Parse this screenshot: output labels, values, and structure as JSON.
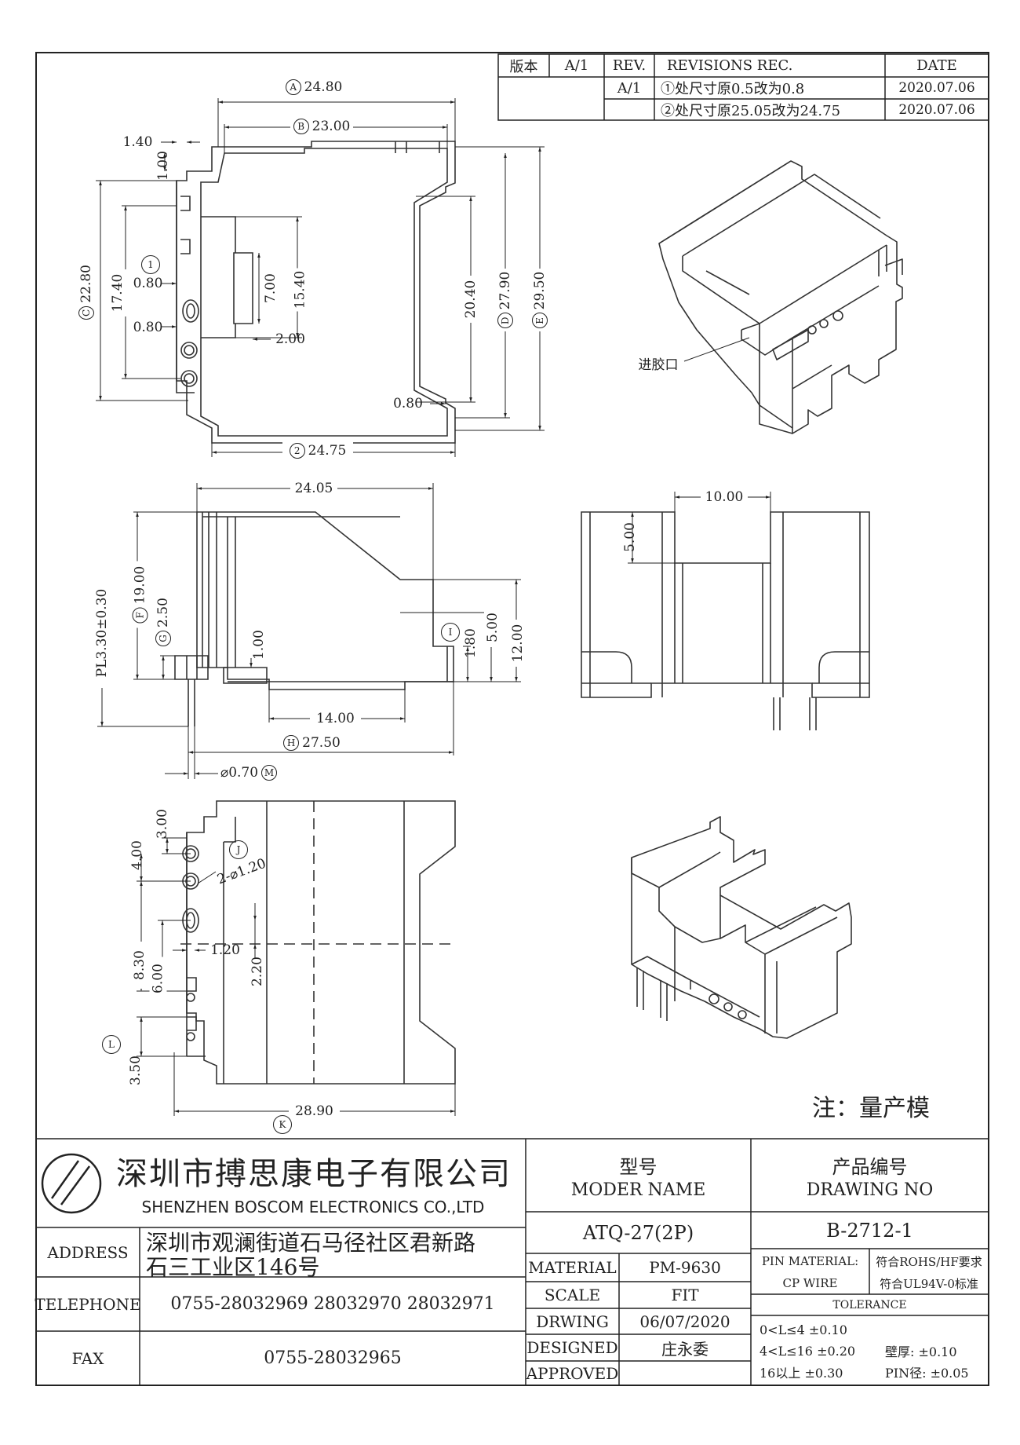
{
  "revision_table": {
    "edition_label": "版本",
    "edition_value": "A/1",
    "rev_label": "REV.",
    "revisions_label": "REVISIONS REC.",
    "date_label": "DATE",
    "rows": [
      {
        "rev": "A/1",
        "text": "①处尺寸原0.5改为0.8",
        "date": "2020.07.06"
      },
      {
        "rev": "",
        "text": "②处尺寸原25.05改为24.75",
        "date": "2020.07.06"
      }
    ]
  },
  "top_view": {
    "dim_A": "24.80",
    "dim_B": "23.00",
    "dim_2": "24.75",
    "dim_140": "1.40",
    "dim_100": "1.00",
    "dim_C": "22.80",
    "dim_1740": "17.40",
    "dim_080a": "0.80",
    "dim_080b": "0.80",
    "dim_700": "7.00",
    "dim_1540": "15.40",
    "dim_200": "2.00",
    "dim_2040": "20.40",
    "dim_D": "27.90",
    "dim_E": "29.50",
    "dim_080c": "0.80",
    "markers": [
      "A",
      "B",
      "C",
      "D",
      "E",
      "1",
      "2"
    ]
  },
  "iso_view_1": {
    "gate_label": "进胶口"
  },
  "side_view": {
    "dim_2405": "24.05",
    "dim_F": "19.00",
    "dim_G": "2.50",
    "dim_pitch": "PL3.30±0.30",
    "dim_100": "1.00",
    "dim_1400": "14.00",
    "dim_H": "27.50",
    "dim_pin": "⌀0.70",
    "dim_180": "1.80",
    "dim_500": "5.00",
    "dim_1200": "12.00",
    "markers": [
      "F",
      "G",
      "H",
      "M",
      "I"
    ]
  },
  "front_view": {
    "dim_1000": "10.00",
    "dim_500": "5.00"
  },
  "bottom_view": {
    "dim_300": "3.00",
    "dim_400": "4.00",
    "dim_holes": "2-⌀1.20",
    "dim_120": "1.20",
    "dim_830": "8.30",
    "dim_600": "6.00",
    "dim_220": "2.20",
    "dim_350": "3.50",
    "dim_K": "28.90",
    "markers": [
      "J",
      "K",
      "L"
    ]
  },
  "note": "注：量产模",
  "title_block": {
    "company_cn": "深圳市搏思康电子有限公司",
    "company_en": "SHENZHEN  BOSCOM  ELECTRONICS  CO.,LTD",
    "model_label_cn": "型号",
    "model_label_en": "MODER NAME",
    "model_value": "ATQ-27(2P)",
    "drawing_label_cn": "产品编号",
    "drawing_label_en": "DRAWING NO",
    "drawing_value": "B-2712-1",
    "address_label": "ADDRESS",
    "address_line1": "深圳市观澜街道石马径社区君新路",
    "address_line2": "石三工业区146号",
    "telephone_label": "TELEPHONE",
    "telephone_value": "0755-28032969 28032970 28032971",
    "fax_label": "FAX",
    "fax_value": "0755-28032965",
    "material_label": "MATERIAL",
    "material_value": "PM-9630",
    "scale_label": "SCALE",
    "scale_value": "FIT",
    "drawing_date_label": "DRWING",
    "drawing_date_value": "06/07/2020",
    "designed_label": "DESIGNED",
    "designed_value": "庄永委",
    "approved_label": "APPROVED",
    "approved_value": "",
    "pin_material_label": "PIN MATERIAL:",
    "pin_material_value": "CP WIRE",
    "rohs": "符合ROHS/HF要求",
    "ul": "符合UL94V-0标准",
    "tolerance_label": "TOLERANCE",
    "tol_1": "0<L≤4  ±0.10",
    "tol_2": "4<L≤16  ±0.20",
    "tol_3": "16以上    ±0.30",
    "wall_tol": "壁厚:   ±0.10",
    "pin_tol": "PIN径: ±0.05"
  }
}
